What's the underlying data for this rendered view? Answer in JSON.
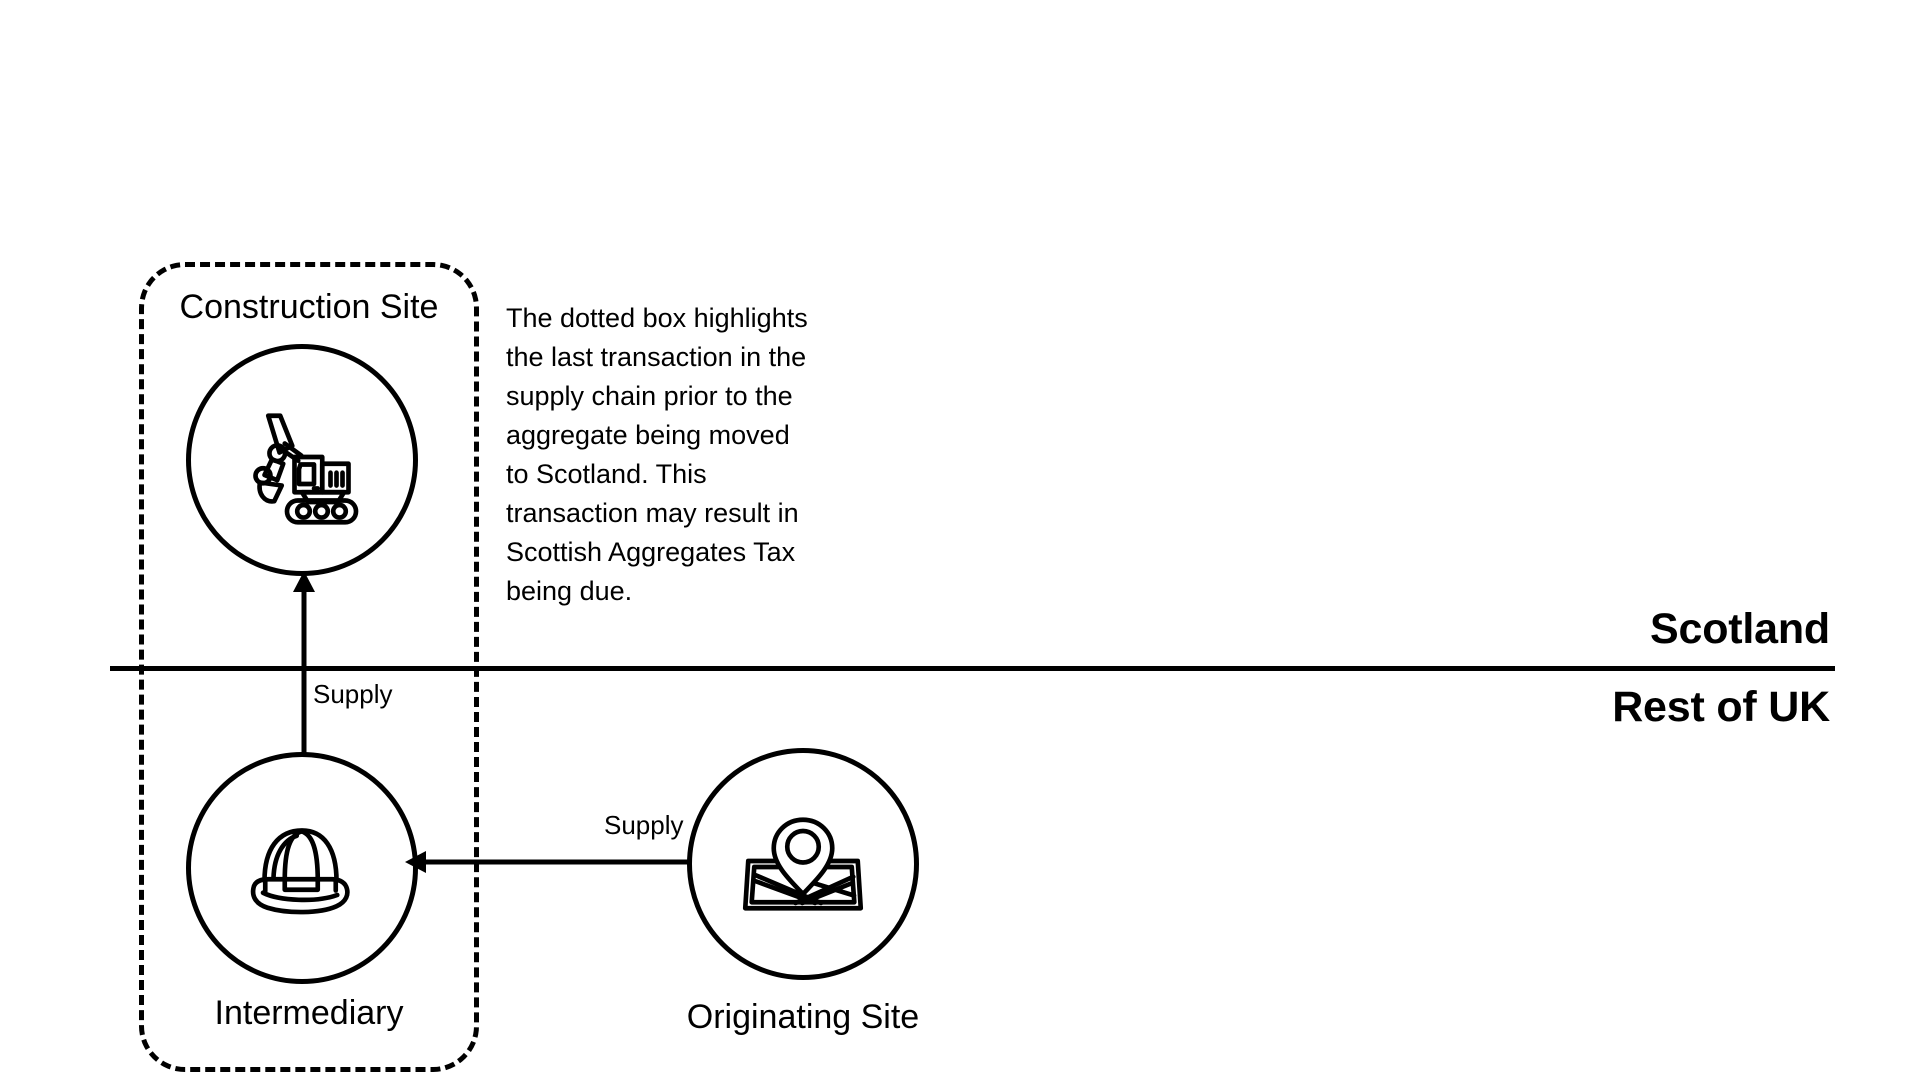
{
  "diagram": {
    "title_labels": {
      "scotland": "Scotland",
      "rest_of_uk": "Rest of UK"
    },
    "nodes": [
      {
        "id": "construction-site",
        "label": "Construction Site",
        "icon": "excavator-icon"
      },
      {
        "id": "intermediary",
        "label": "Intermediary",
        "icon": "hard-hat-icon"
      },
      {
        "id": "originating-site",
        "label": "Originating Site",
        "icon": "map-pin-icon"
      }
    ],
    "edges": [
      {
        "id": "intermediary-to-construction",
        "label": "Supply",
        "direction": "up"
      },
      {
        "id": "originating-to-intermediary",
        "label": "Supply",
        "direction": "left"
      }
    ],
    "annotation": "The dotted box highlights the last transaction in the supply chain prior to the aggregate being moved to Scotland. This transaction may result in Scottish Aggregates Tax being due.",
    "colors": {
      "stroke": "#000000",
      "background": "#ffffff"
    }
  }
}
